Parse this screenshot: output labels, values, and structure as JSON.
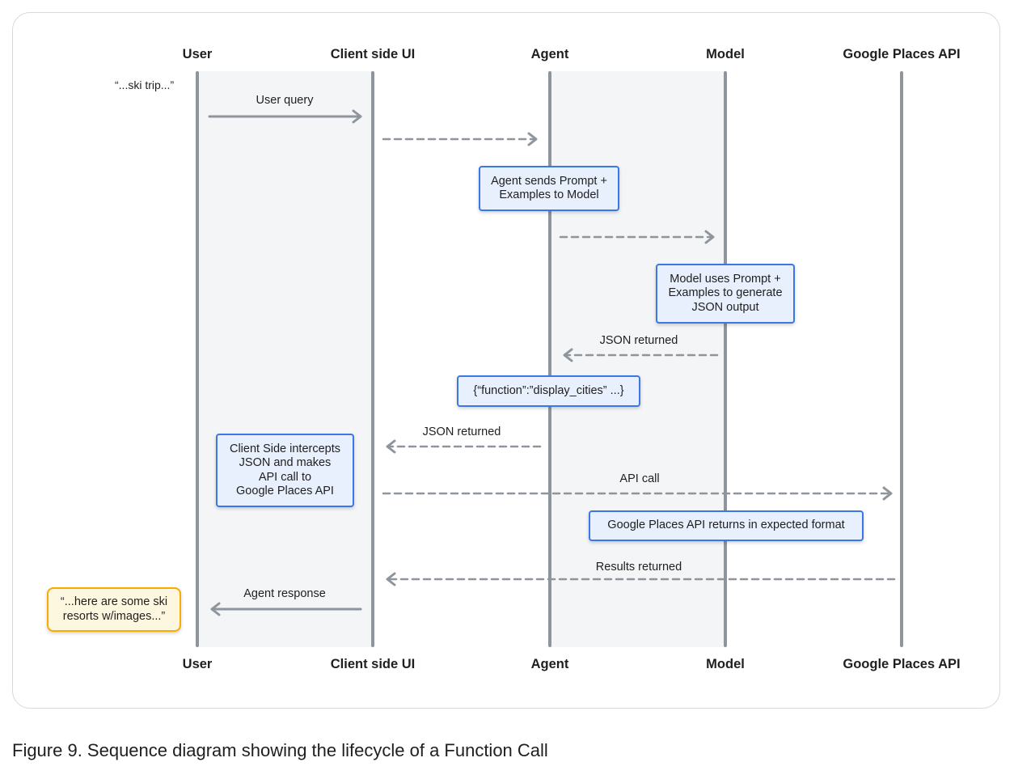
{
  "actors": [
    "User",
    "Client side UI",
    "Agent",
    "Model",
    "Google Places API"
  ],
  "user_query_quote": "“...ski trip...”",
  "messages": {
    "user_query": "User query",
    "json_returned_model": "JSON returned",
    "json_returned_agent": "JSON returned",
    "api_call": "API call",
    "results_returned": "Results returned",
    "agent_response": "Agent response"
  },
  "notes": {
    "agent_sends": "Agent sends Prompt +\nExamples to Model",
    "model_uses": "Model uses Prompt +\nExamples to generate\nJSON output",
    "function_json": "{“function”:”display_cities” ...}",
    "client_intercepts": "Client Side intercepts\nJSON and makes\nAPI call to\nGoogle Places API",
    "places_returns": "Google Places API returns in expected format",
    "agent_reply": "“...here are some ski\nresorts w/images...”"
  },
  "caption": "Figure 9. Sequence diagram showing the lifecycle of a Function Call",
  "colors": {
    "lifeline": "#8e959c",
    "band": "#f4f5f7",
    "note_fill": "#e8f0fe",
    "note_border": "#3b78e7",
    "reply_fill": "#fef7e0",
    "reply_border": "#f9ab00"
  }
}
